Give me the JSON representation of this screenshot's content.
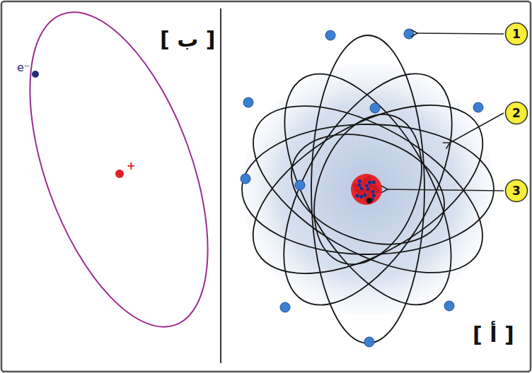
{
  "diagram": {
    "nodes": [
      {
        "text": [
          "1"
        ]
      },
      {
        "text": [
          "2"
        ]
      },
      {
        "text": [
          "3"
        ]
      }
    ],
    "labels": [
      "[ ب ]",
      "e⁻",
      "+",
      "[ أ ]"
    ]
  }
}
